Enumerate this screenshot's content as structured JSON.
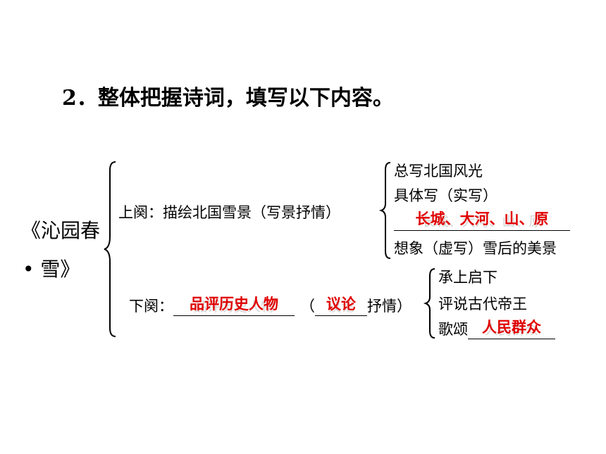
{
  "heading": "2．整体把握诗词，填写以下内容。",
  "poem_title": {
    "line1": "《沁园春",
    "line2": "• 雪》"
  },
  "upper": {
    "label": "上阕：描绘北国雪景（写景抒情）",
    "items": {
      "i1": "总写北国风光",
      "i2": "具体写（实写）",
      "i3_shadow": "长城、大河、山、原",
      "i3_answer": "长城、大河、山、原",
      "i4": "想象（虚写）雪后的美景"
    }
  },
  "lower": {
    "prefix": "下阕：",
    "blank1_shadow": "品评历史人物",
    "blank1_answer": "品评历史人物",
    "paren_open": "（",
    "blank2_shadow": "议论",
    "blank2_answer": "议论",
    "suffix": "抒情）",
    "items": {
      "i1": "承上启下",
      "i2": "评说古代帝王",
      "i3_prefix": "歌颂",
      "i3_shadow": "人民群众",
      "i3_answer": "人民群众"
    }
  },
  "colors": {
    "answer": "#e00000",
    "shadow": "#d4d4d4"
  }
}
